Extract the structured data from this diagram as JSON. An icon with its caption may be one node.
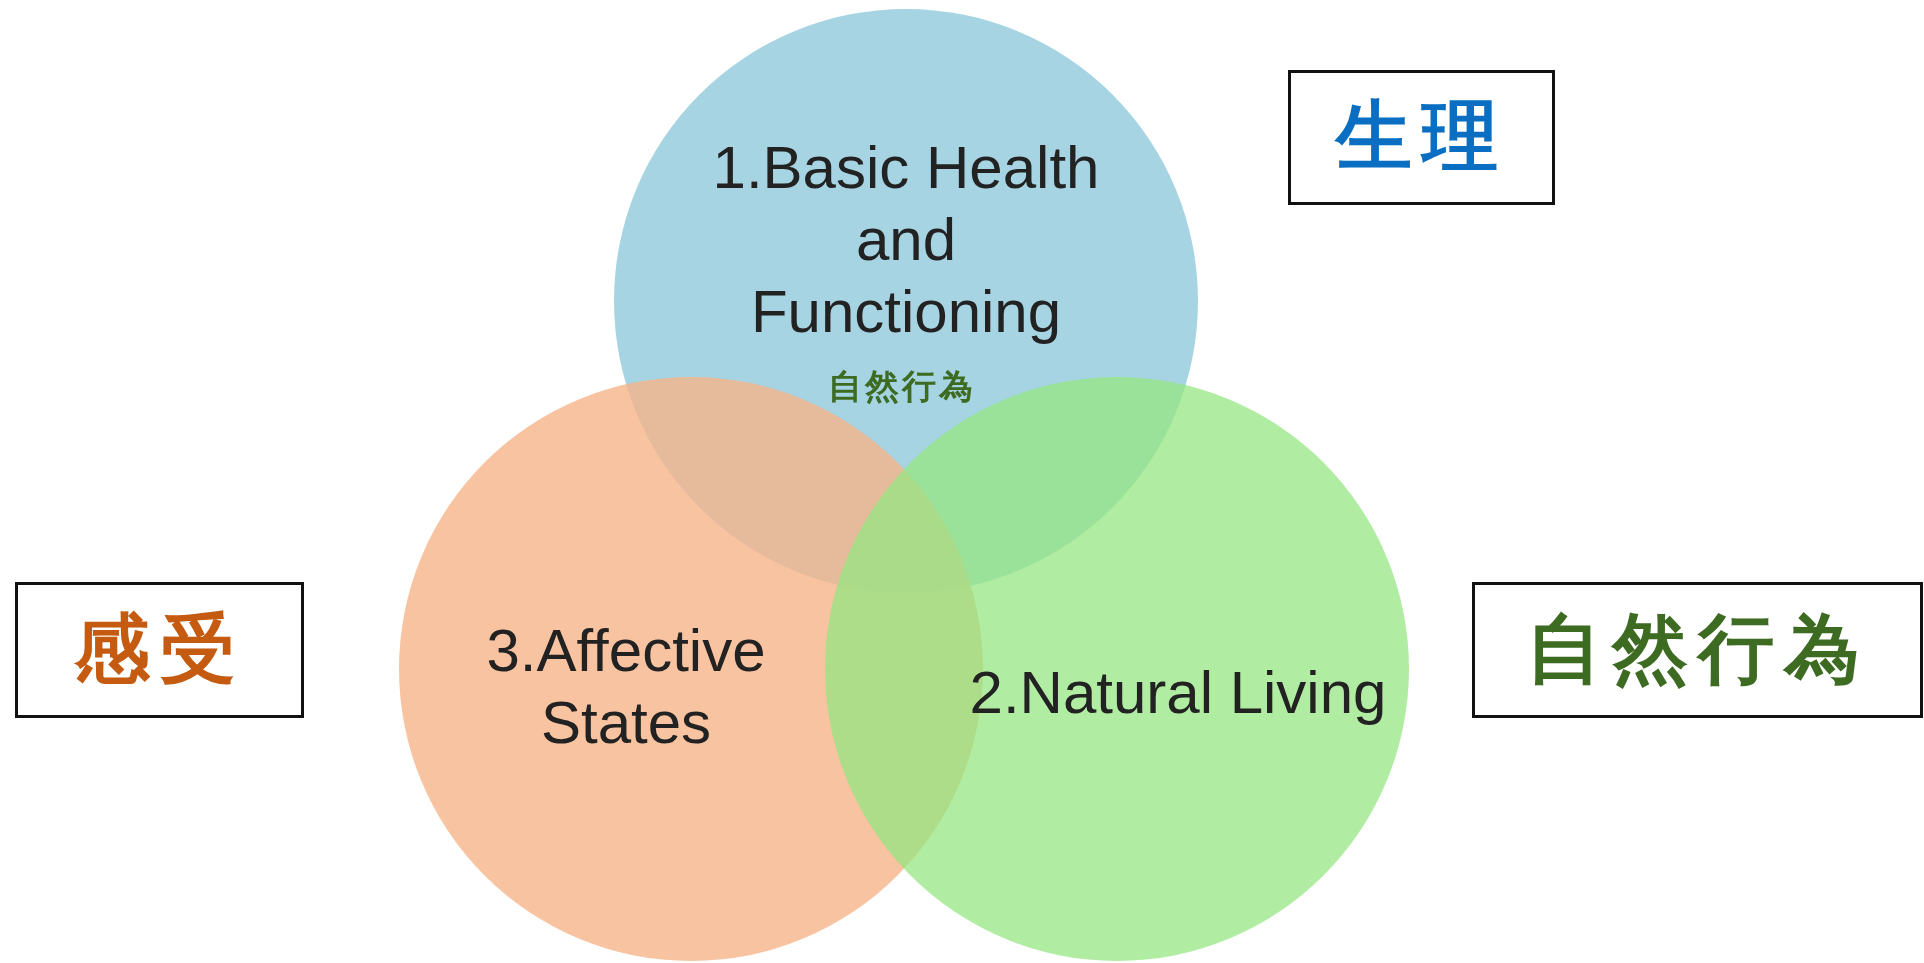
{
  "diagram": {
    "nodes": [
      {
        "text": [
          "1.Basic Health and Functioning"
        ]
      },
      {
        "text": [
          "生理"
        ]
      },
      {
        "text": [
          "感受"
        ]
      },
      {
        "text": [
          "3.Affective States"
        ]
      },
      {
        "text": [
          "2.Natural Living"
        ]
      },
      {
        "text": [
          "自然行為"
        ]
      }
    ],
    "labels": [
      "自然行為"
    ]
  }
}
